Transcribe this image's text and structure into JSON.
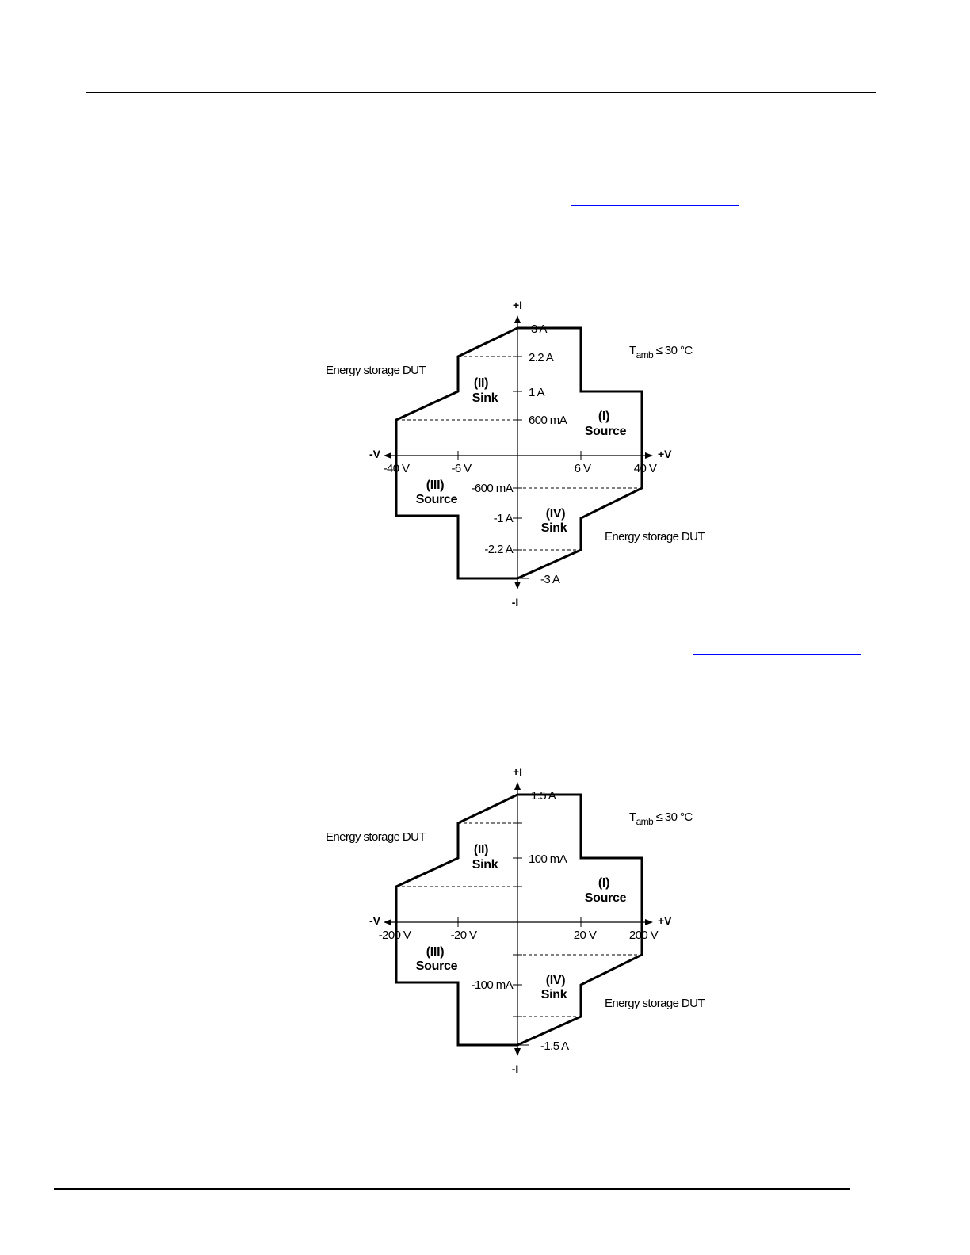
{
  "colors": {
    "rule": "#000000",
    "link": "#0000ff"
  },
  "diagrams": [
    {
      "axis": {
        "pos_i": "+I",
        "neg_i": "-I",
        "pos_v": "+V",
        "neg_v": "-V"
      },
      "temp_note": {
        "t": "T",
        "sub": "amb",
        "rest": " ≤ 30 °C"
      },
      "dut_top": "Energy storage DUT",
      "dut_bottom": "Energy storage DUT",
      "quadrants": {
        "q1": {
          "num": "(I)",
          "mode": "Source"
        },
        "q2": {
          "num": "(II)",
          "mode": "Sink"
        },
        "q3": {
          "num": "(III)",
          "mode": "Source"
        },
        "q4": {
          "num": "(IV)",
          "mode": "Sink"
        }
      },
      "v_ticks": {
        "neg_outer": "-40 V",
        "neg_inner": "-6 V",
        "pos_inner": "6 V",
        "pos_outer": "40 V"
      },
      "i_ticks": {
        "pos_top": "3 A",
        "pos_high": "2.2 A",
        "pos_mid": "1 A",
        "pos_low": "600 mA",
        "neg_low": "-600 mA",
        "neg_mid": "-1 A",
        "neg_high": "-2.2 A",
        "neg_bottom": "-3 A"
      }
    },
    {
      "axis": {
        "pos_i": "+I",
        "neg_i": "-I",
        "pos_v": "+V",
        "neg_v": "-V"
      },
      "temp_note": {
        "t": "T",
        "sub": "amb",
        "rest": " ≤ 30 °C"
      },
      "dut_top": "Energy storage DUT",
      "dut_bottom": "Energy storage DUT",
      "quadrants": {
        "q1": {
          "num": "(I)",
          "mode": "Source"
        },
        "q2": {
          "num": "(II)",
          "mode": "Sink"
        },
        "q3": {
          "num": "(III)",
          "mode": "Source"
        },
        "q4": {
          "num": "(IV)",
          "mode": "Sink"
        }
      },
      "v_ticks": {
        "neg_outer": "-200 V",
        "neg_inner": "-20 V",
        "pos_inner": "20 V",
        "pos_outer": "200 V"
      },
      "i_ticks": {
        "pos_top": "1.5 A",
        "pos_high": "",
        "pos_mid": "100 mA",
        "pos_low": "",
        "neg_low": "",
        "neg_mid": "-100 mA",
        "neg_high": "",
        "neg_bottom": "-1.5 A"
      }
    }
  ]
}
